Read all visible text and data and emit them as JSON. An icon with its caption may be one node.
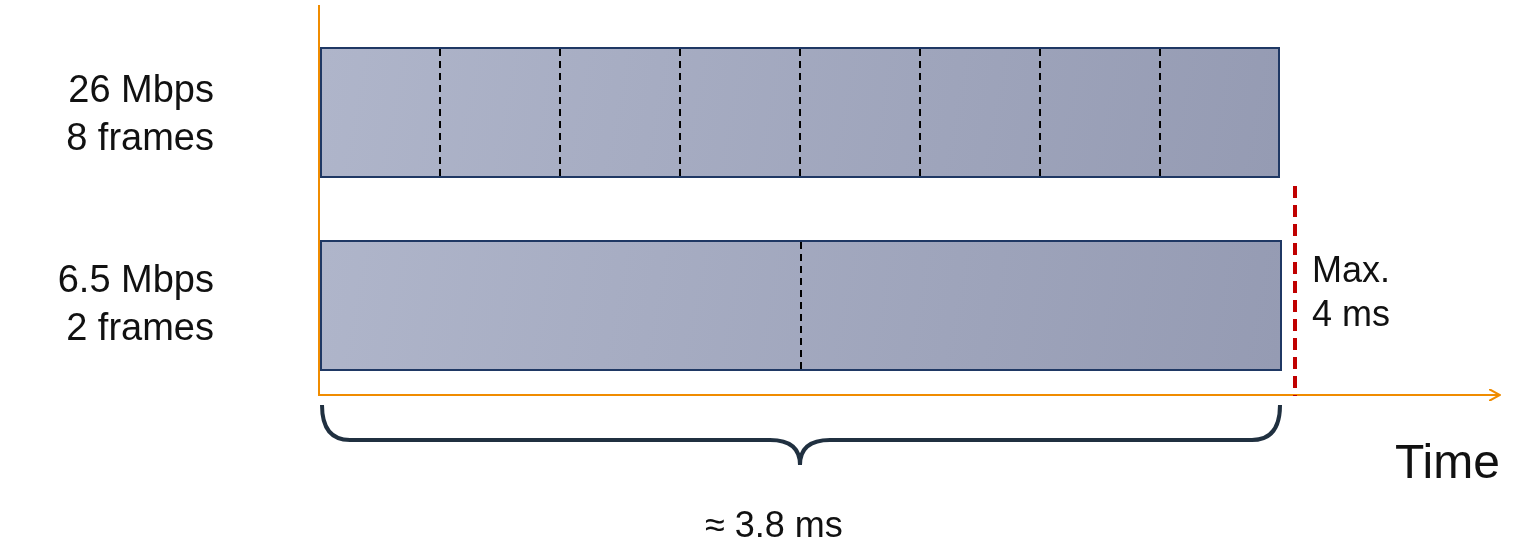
{
  "diagram": {
    "nodes": [
      {
        "text": [],
        "shape": "bar",
        "beside": [
          "26 Mbps",
          "8 frames"
        ]
      },
      {
        "text": [],
        "shape": "bar",
        "beside": [
          "6.5 Mbps",
          "2 frames"
        ]
      }
    ],
    "labels": [
      "Max. 4 ms",
      "Time",
      "≈ 3.8 ms"
    ]
  }
}
